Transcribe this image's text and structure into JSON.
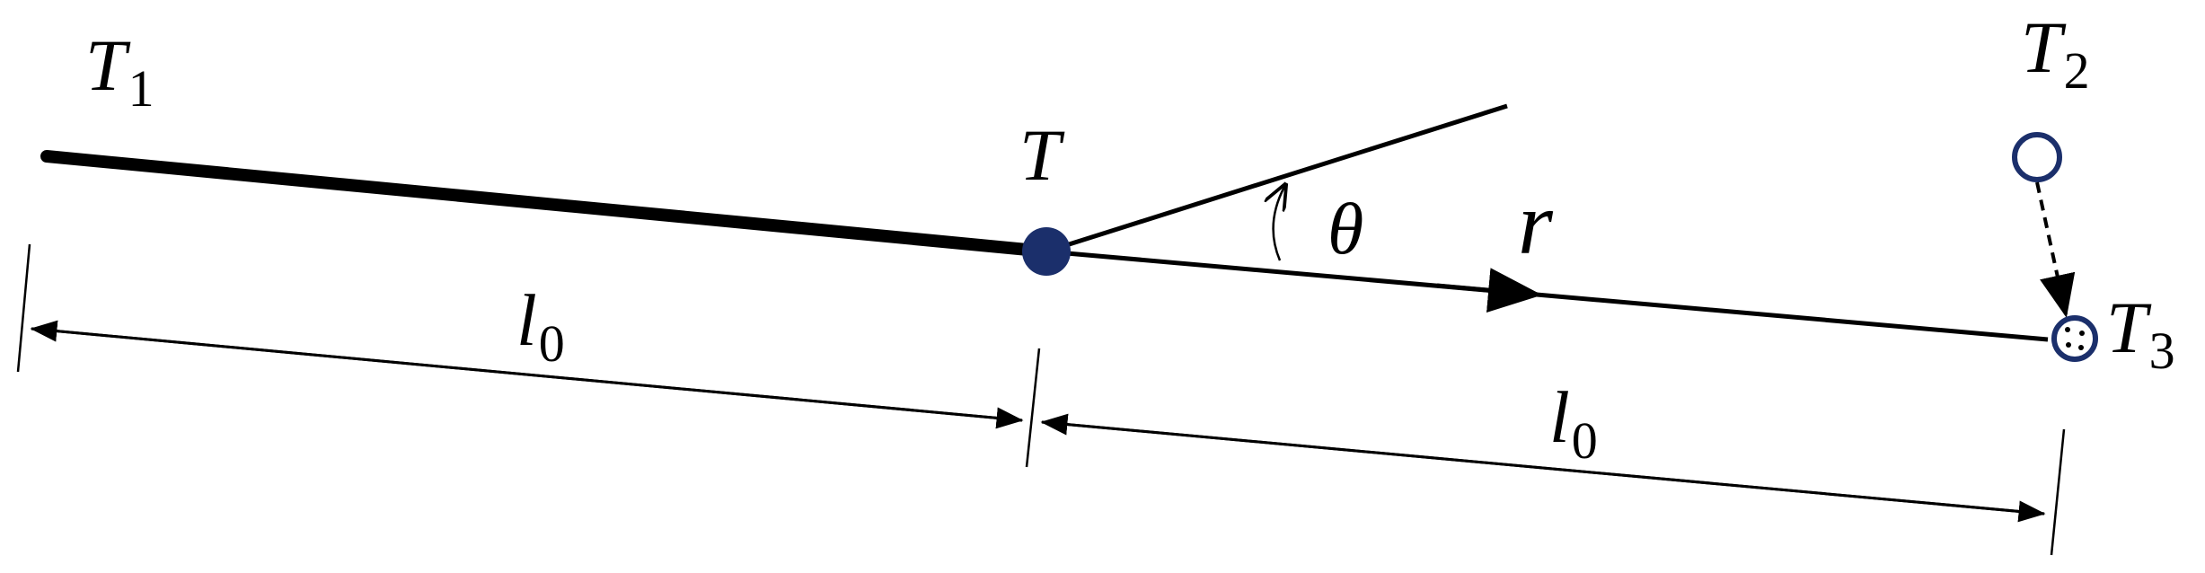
{
  "labels": {
    "t1_main": "T",
    "t1_sub": "1",
    "t2_main": "T",
    "t2_sub": "2",
    "t3_main": "T",
    "t3_sub": "3",
    "t_main": "T",
    "theta": "θ",
    "r": "r",
    "l0_left_main": "l",
    "l0_left_sub": "0",
    "l0_right_main": "l",
    "l0_right_sub": "0"
  },
  "colors": {
    "line": "#000000",
    "node_fill": "#1b2f6b",
    "node_stroke": "#1b2f6b",
    "background": "#ffffff"
  }
}
